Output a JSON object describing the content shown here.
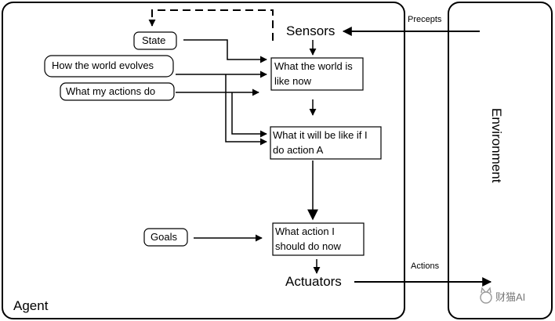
{
  "agent": {
    "label": "Agent"
  },
  "environment": {
    "label": "Environment"
  },
  "percept_label": "Precepts",
  "action_label": "Actions",
  "sensors": "Sensors",
  "actuators": "Actuators",
  "inputs": {
    "state": "State",
    "world_evolves": "How the world evolves",
    "my_actions_do": "What my actions do",
    "goals": "Goals"
  },
  "boxes": {
    "world_now": "What the world is like now",
    "if_action_a": "What it will be like if I do action A",
    "what_action": "What action I should do now"
  },
  "watermark": "财猫AI"
}
